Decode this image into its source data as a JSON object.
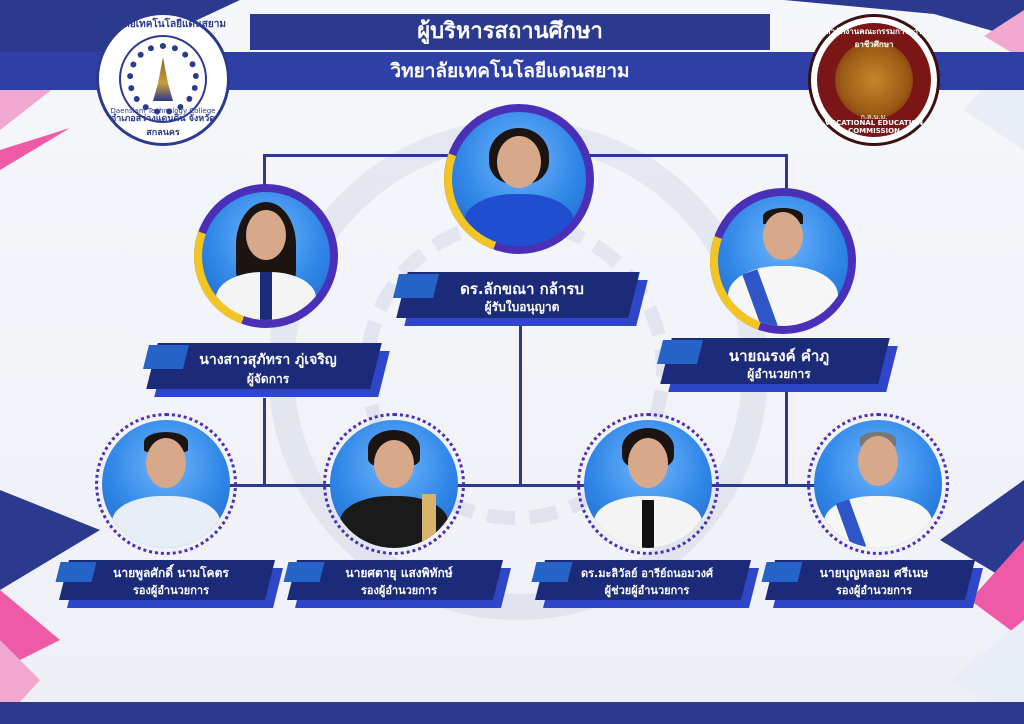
{
  "header": {
    "title": "ผู้บริหารสถานศึกษา",
    "subtitle": "วิทยาลัยเทคโนโลยีแดนสยาม"
  },
  "logo_left": {
    "top_text": "วิทยาลัยเทคโนโลยีแดนสยาม",
    "middle_text": "Daensiam Technology College",
    "bottom_text": "อำเภอสว่างแดนดิน จังหวัดสกลนคร"
  },
  "logo_right": {
    "top_text": "สำนักงานคณะกรรมการการอาชีวศึกษา",
    "bottom_text": "VOCATIONAL EDUCATION COMMISSION",
    "abbr": "ก.ส.น.ม."
  },
  "people": [
    {
      "id": "licensee",
      "name": "ดร.ลักขณา กล้ารบ",
      "role": "ผู้รับใบอนุญาต"
    },
    {
      "id": "manager",
      "name": "นางสาวสุภัทรา ภู่เจริญ",
      "role": "ผู้จัดการ"
    },
    {
      "id": "director",
      "name": "นายณรงค์ คำภู",
      "role": "ผู้อำนวยการ"
    },
    {
      "id": "deputy1",
      "name": "นายพูลศักดิ์ นามโคตร",
      "role": "รองผู้อำนวยการ"
    },
    {
      "id": "deputy2",
      "name": "นายศตายุ แสงพิทักษ์",
      "role": "รองผู้อำนวยการ"
    },
    {
      "id": "assistant",
      "name": "ดร.มะลิวัลย์ อารีย์ถนอมวงศ์",
      "role": "ผู้ช่วยผู้อำนวยการ"
    },
    {
      "id": "deputy3",
      "name": "นายบุญหลอม ศรีเนษ",
      "role": "รองผู้อำนวยการ"
    }
  ],
  "colors": {
    "navy": "#1c2a7a",
    "royal_blue": "#2f3fa8",
    "ring_purple": "#4a2fb8",
    "accent_gold": "#f2c523",
    "pink": "#ee5aa8"
  }
}
